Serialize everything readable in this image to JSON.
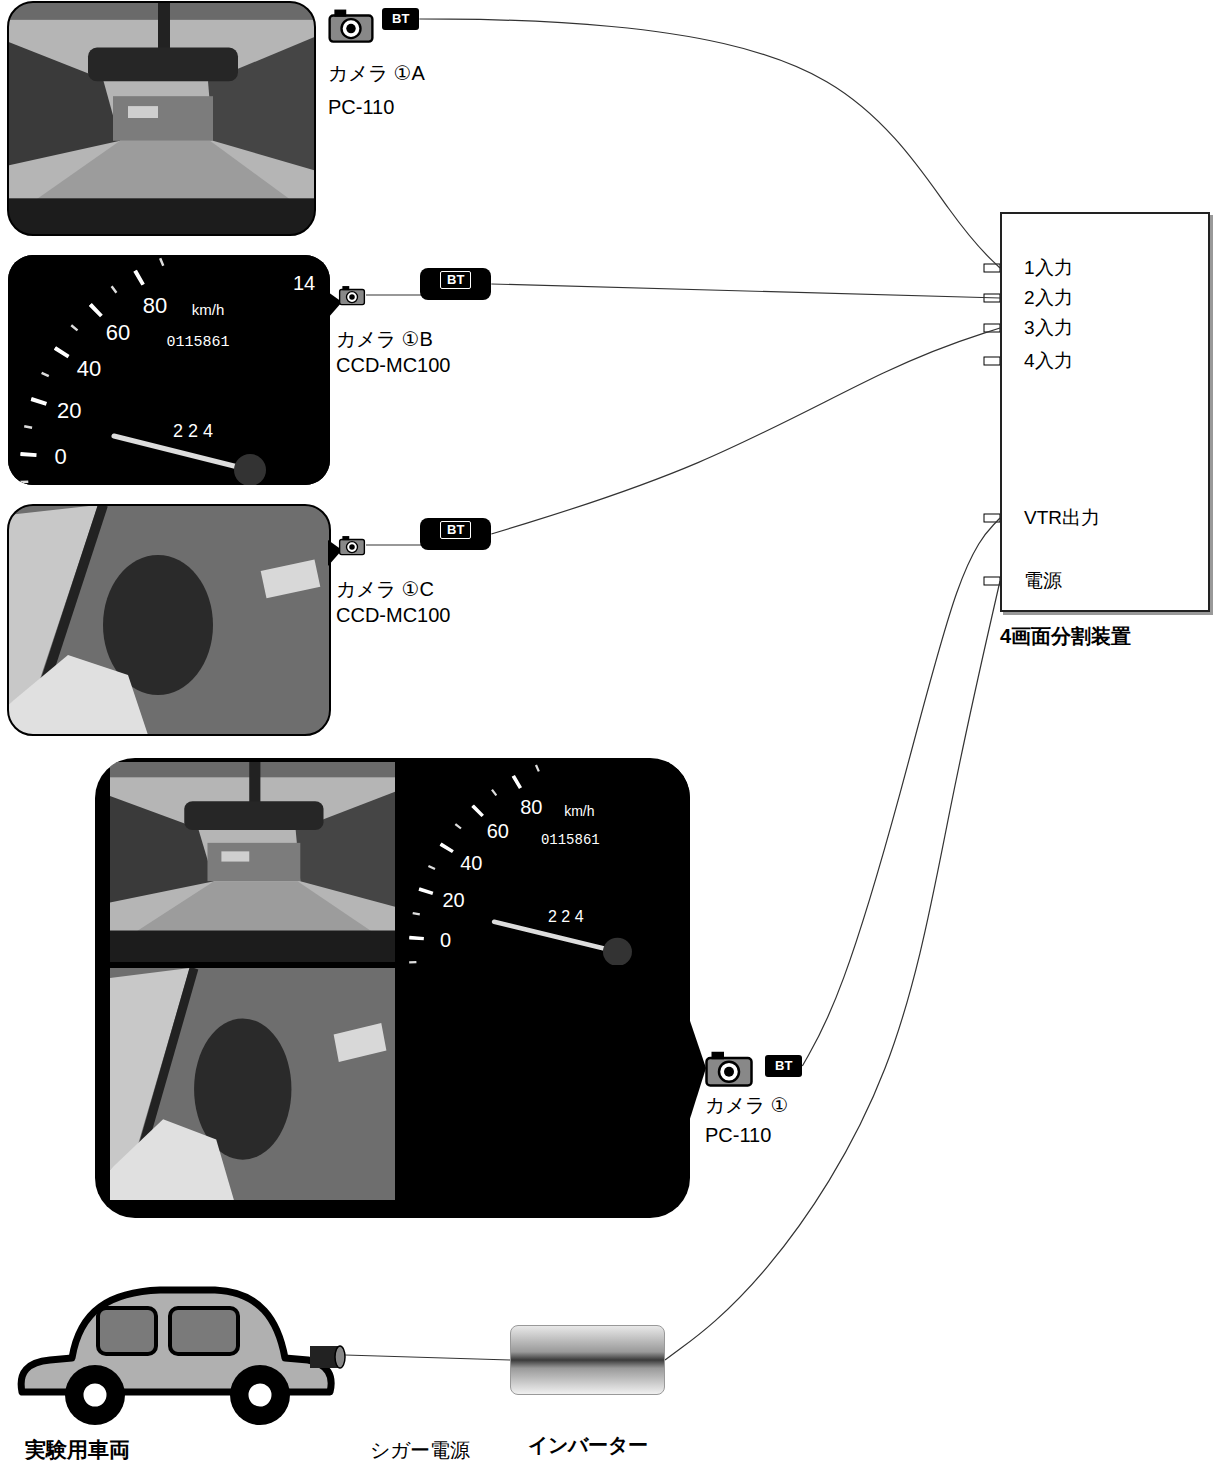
{
  "diagram": {
    "nodes": [
      {
        "text": [
          "BT"
        ]
      },
      {
        "text": [
          "BT"
        ]
      },
      {
        "text": [
          "BT"
        ]
      },
      {
        "text": [
          "BT"
        ]
      },
      {
        "text": [
          "1入力",
          "2入力",
          "3入力",
          "4入力",
          "VTR出力",
          "電源",
          "4画面分割装置"
        ]
      },
      {
        "text": [
          "インバーター"
        ]
      },
      {
        "text": [
          "実験用車両"
        ]
      }
    ],
    "edges": [
      {
        "from": 0,
        "to": 4,
        "arrow": "none"
      },
      {
        "from": 1,
        "to": 4,
        "arrow": "none"
      },
      {
        "from": 2,
        "to": 4,
        "arrow": "none"
      },
      {
        "from": 4,
        "to": 3,
        "arrow": "none"
      },
      {
        "from": 6,
        "to": 5,
        "label": "シガー電源",
        "arrow": "none"
      },
      {
        "from": 5,
        "to": 4,
        "arrow": "none"
      }
    ],
    "labels": [
      "カメラ ①A",
      "PC-110",
      "カメラ ①B",
      "CCD-MC100",
      "カメラ ①C",
      "CCD-MC100",
      "カメラ ①",
      "PC-110",
      "80",
      "60",
      "40",
      "20",
      "0",
      "km/h",
      "0115861",
      "2 2 4",
      "14",
      "80",
      "60",
      "40",
      "20",
      "0",
      "km/h",
      "0115861",
      "2 2 4"
    ]
  }
}
